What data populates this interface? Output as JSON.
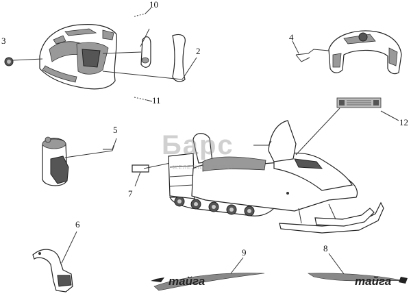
{
  "callouts": [
    {
      "id": "2",
      "text": "2"
    },
    {
      "id": "3",
      "text": "3"
    },
    {
      "id": "4",
      "text": "4"
    },
    {
      "id": "5",
      "text": "5"
    },
    {
      "id": "6",
      "text": "6"
    },
    {
      "id": "7",
      "text": "7"
    },
    {
      "id": "8",
      "text": "8"
    },
    {
      "id": "9",
      "text": "9"
    },
    {
      "id": "10",
      "text": "10"
    },
    {
      "id": "11",
      "text": "11"
    },
    {
      "id": "12",
      "text": "12"
    }
  ],
  "decals": {
    "left_logo_text": "тайга",
    "right_logo_text": "тайга"
  },
  "watermark": {
    "logo_text": "Барс",
    "sub_text": "ЖЕЛЕЗНЫЙ МОТОР"
  }
}
